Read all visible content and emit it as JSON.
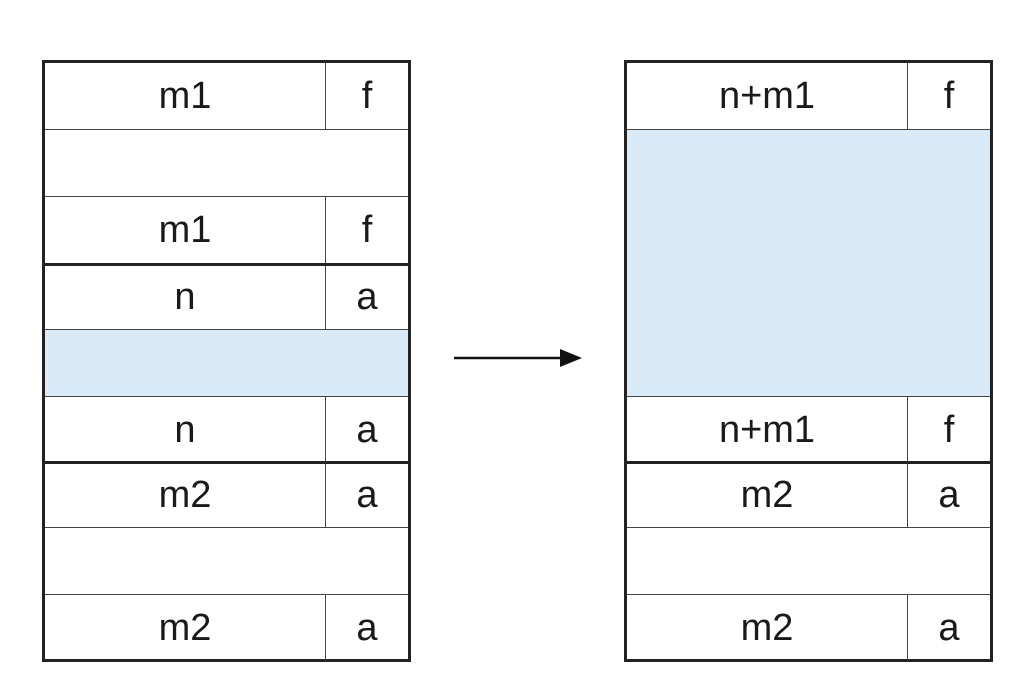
{
  "left": {
    "blocks": [
      {
        "header": {
          "size": "m1",
          "flag": "f"
        },
        "payload_highlight": false,
        "footer": {
          "size": "m1",
          "flag": "f"
        }
      },
      {
        "header": {
          "size": "n",
          "flag": "a"
        },
        "payload_highlight": true,
        "footer": {
          "size": "n",
          "flag": "a"
        }
      },
      {
        "header": {
          "size": "m2",
          "flag": "a"
        },
        "payload_highlight": false,
        "footer": {
          "size": "m2",
          "flag": "a"
        }
      }
    ]
  },
  "right": {
    "blocks": [
      {
        "header": {
          "size": "n+m1",
          "flag": "f"
        },
        "payload_highlight": true,
        "footer": {
          "size": "n+m1",
          "flag": "f"
        }
      },
      {
        "header": {
          "size": "m2",
          "flag": "a"
        },
        "payload_highlight": false,
        "footer": {
          "size": "m2",
          "flag": "a"
        }
      }
    ]
  },
  "colors": {
    "highlight": "#d9eaf8",
    "border": "#222222"
  }
}
